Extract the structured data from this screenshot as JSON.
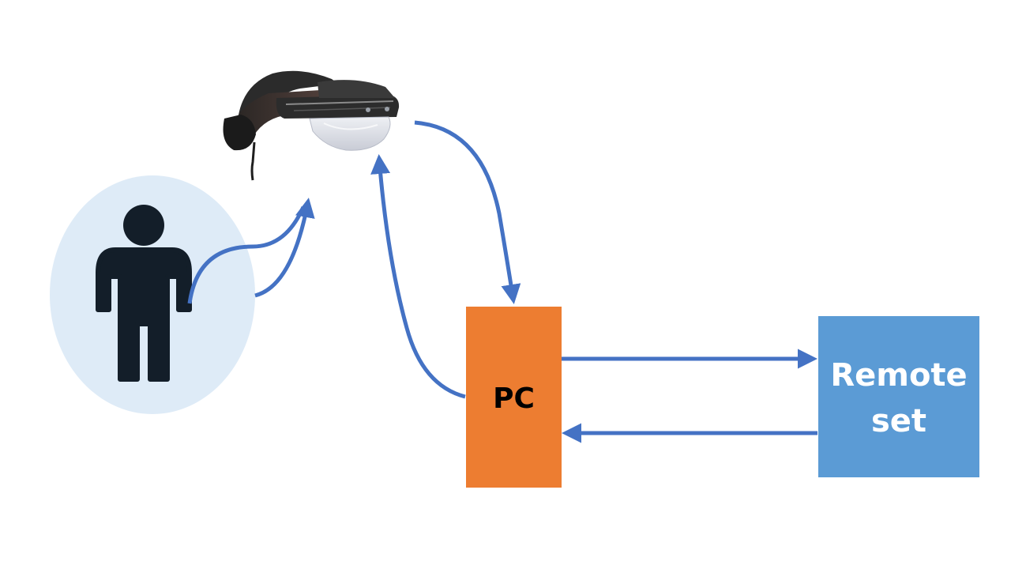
{
  "diagram": {
    "pc_box": {
      "label": "PC",
      "color": "#ED7D31",
      "text_color": "#000000"
    },
    "remote_box": {
      "label_line1": "Remote",
      "label_line2": "set",
      "color": "#5B9BD5",
      "text_color": "#ffffff"
    },
    "user_node": {
      "icon": "person-icon",
      "circle_color": "#DEEBF7",
      "figure_color": "#131E29"
    },
    "headset_node": {
      "icon": "ar-headset-icon"
    },
    "arrow_color": "#4472C4",
    "connections": [
      {
        "from": "user",
        "to": "headset"
      },
      {
        "from": "headset",
        "to": "pc"
      },
      {
        "from": "pc",
        "to": "headset"
      },
      {
        "from": "pc",
        "to": "remote-set"
      },
      {
        "from": "remote-set",
        "to": "pc"
      }
    ]
  }
}
